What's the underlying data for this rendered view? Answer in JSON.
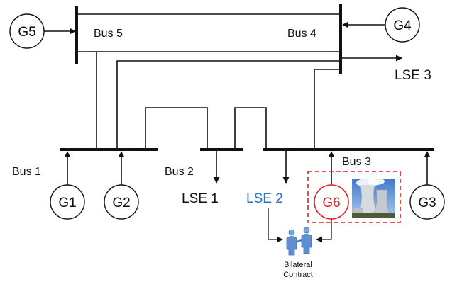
{
  "colors": {
    "line": "#111111",
    "highlight": "#e02020",
    "lse2_text": "#2a74c4",
    "person": "#5f8fd0"
  },
  "icons": [
    "nuclear-plant-icon",
    "handshake-people-icon"
  ],
  "buses": {
    "bus1": "Bus 1",
    "bus2": "Bus 2",
    "bus3": "Bus 3",
    "bus4": "Bus 4",
    "bus5": "Bus 5"
  },
  "generators": {
    "g1": "G1",
    "g2": "G2",
    "g3": "G3",
    "g4": "G4",
    "g5": "G5",
    "g6": "G6"
  },
  "loads": {
    "lse1": "LSE 1",
    "lse2": "LSE 2",
    "lse3": "LSE 3"
  },
  "contract": {
    "line1": "Bilateral",
    "line2": "Contract"
  }
}
